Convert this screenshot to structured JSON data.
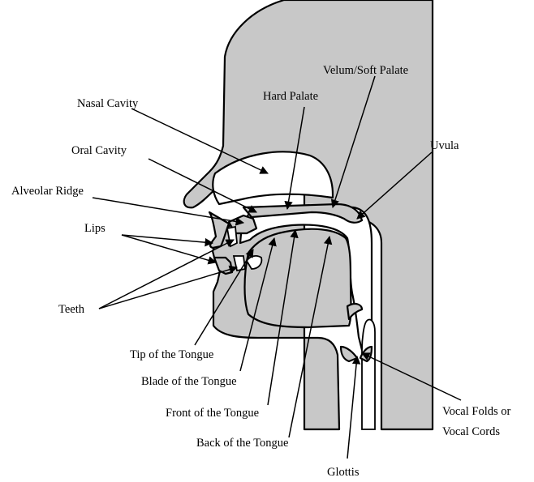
{
  "labels": {
    "nasal_cavity": "Nasal Cavity",
    "oral_cavity": "Oral Cavity",
    "alveolar_ridge": "Alveolar Ridge",
    "lips": "Lips",
    "teeth": "Teeth",
    "hard_palate": "Hard Palate",
    "velum": "Velum/Soft Palate",
    "uvula": "Uvula",
    "tip_tongue": "Tip of the Tongue",
    "blade_tongue": "Blade of the Tongue",
    "front_tongue": "Front of the Tongue",
    "back_tongue": "Back of the Tongue",
    "vocal_folds_1": "Vocal Folds or",
    "vocal_folds_2": "Vocal Cords",
    "glottis": "Glottis"
  },
  "colors": {
    "tissue": "#c8c8c8",
    "air_space": "#ffffff",
    "outline": "#000000"
  }
}
